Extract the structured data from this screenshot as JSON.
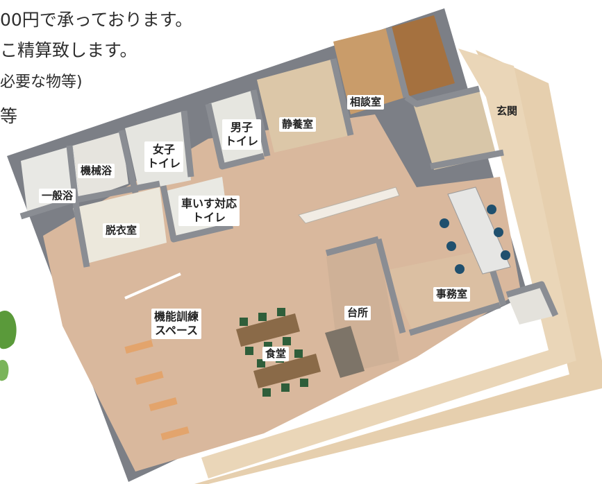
{
  "page_text": {
    "line1": "00円で承っております。",
    "line2": "こ精算致します。",
    "line3": "必要な物等)",
    "line4": "等"
  },
  "rooms": {
    "machine_bath": "機械浴",
    "womens_toilet": "女子\nトイレ",
    "mens_toilet": "男子\nトイレ",
    "quiet_room": "静養室",
    "consultation_room": "相談室",
    "entrance": "玄関",
    "general_bath": "一般浴",
    "changing_room": "脱衣室",
    "wheelchair_toilet": "車いす対応\nトイレ",
    "office": "事務室",
    "kitchen": "台所",
    "training_space": "機能訓練\nスペース",
    "dining": "食堂"
  },
  "colors": {
    "wall": "#7c7f86",
    "wall_top": "#a9acb2",
    "floor": "#d9b89d",
    "entrance_floor": "#e6cfae",
    "tile": "#e8e8e4",
    "table": "#8a6a48",
    "chair_green": "#2f5e3a",
    "chair_blue": "#20506e",
    "leaf": "#5a9a3a"
  }
}
